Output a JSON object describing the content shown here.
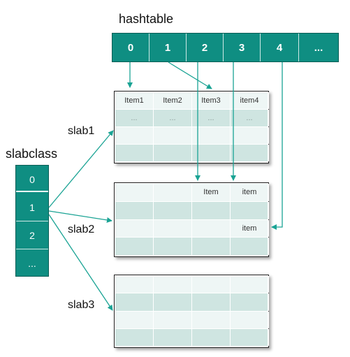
{
  "hashtable": {
    "title": "hashtable",
    "cells": [
      "0",
      "1",
      "2",
      "3",
      "4",
      "..."
    ]
  },
  "slabclass": {
    "title": "slabclass",
    "cells": [
      "0",
      "1",
      "2",
      "..."
    ]
  },
  "slabs": [
    {
      "label": "slab1",
      "rows": [
        [
          "Item1",
          "Item2",
          "Item3",
          "item4"
        ],
        [
          "...",
          "...",
          "...",
          "..."
        ],
        [
          "",
          "",
          "",
          ""
        ],
        [
          "",
          "",
          "",
          ""
        ]
      ]
    },
    {
      "label": "slab2",
      "rows": [
        [
          "",
          "",
          "Item",
          "item"
        ],
        [
          "",
          "",
          "",
          ""
        ],
        [
          "",
          "",
          "",
          "item"
        ],
        [
          "",
          "",
          "",
          ""
        ]
      ]
    },
    {
      "label": "slab3",
      "rows": [
        [
          "",
          "",
          "",
          ""
        ],
        [
          "",
          "",
          "",
          ""
        ],
        [
          "",
          "",
          "",
          ""
        ],
        [
          "",
          "",
          "",
          ""
        ]
      ]
    }
  ],
  "colors": {
    "teal": "#0f8e82",
    "arrow": "#1aa394",
    "row_light": "#eef6f5",
    "row_dark": "#cfe5e1"
  }
}
